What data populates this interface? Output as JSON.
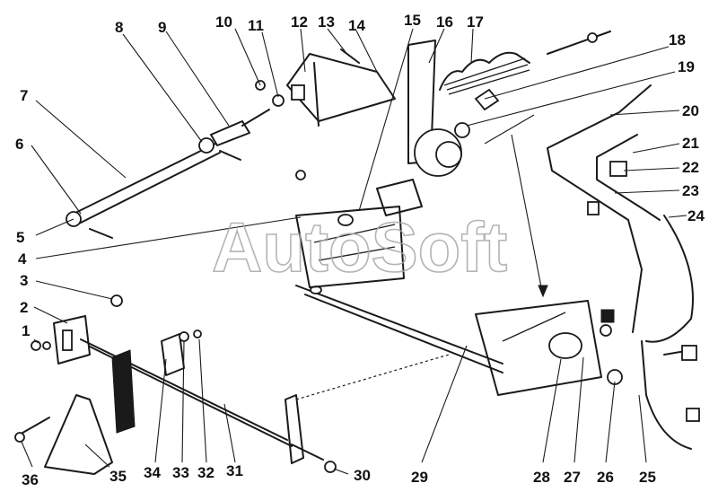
{
  "watermark": "AutoSoft",
  "callouts": [
    "1",
    "2",
    "3",
    "4",
    "5",
    "6",
    "7",
    "8",
    "9",
    "10",
    "11",
    "12",
    "13",
    "14",
    "15",
    "16",
    "17",
    "18",
    "19",
    "20",
    "21",
    "22",
    "23",
    "24",
    "25",
    "26",
    "27",
    "28",
    "29",
    "30",
    "31",
    "32",
    "33",
    "34",
    "35",
    "36"
  ]
}
